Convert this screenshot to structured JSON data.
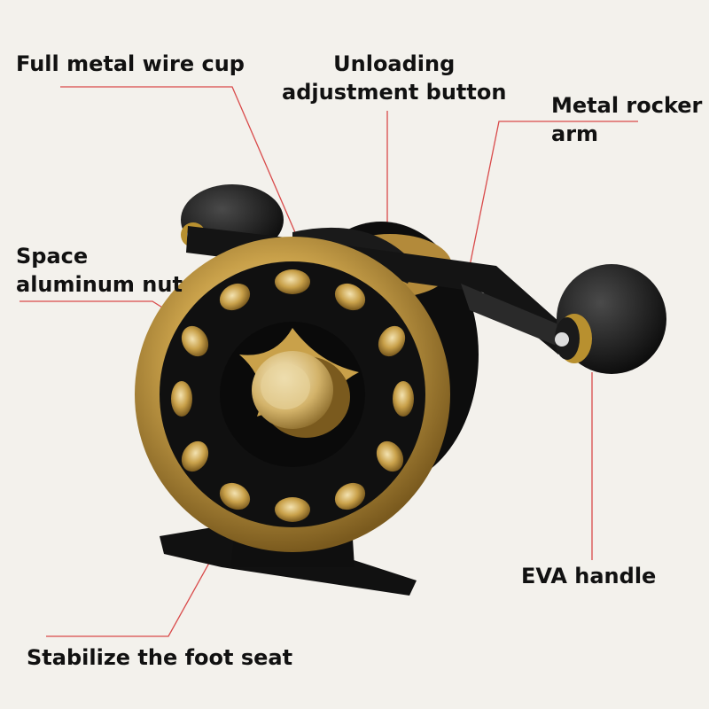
{
  "colors": {
    "background": "#f3f1ec",
    "leader_line": "#d94a4a",
    "reel_black": "#111111",
    "reel_gold": "#c9a14a",
    "text": "#111111"
  },
  "labels": {
    "wire_cup": [
      "Full metal wire cup"
    ],
    "unloading_button": [
      "Unloading",
      "adjustment button"
    ],
    "rocker_arm": [
      "Metal rocker",
      "arm"
    ],
    "aluminum_nut": [
      "Space",
      "aluminum nut"
    ],
    "eva_handle": [
      "EVA handle"
    ],
    "foot_seat": [
      "Stabilize the foot seat"
    ]
  }
}
